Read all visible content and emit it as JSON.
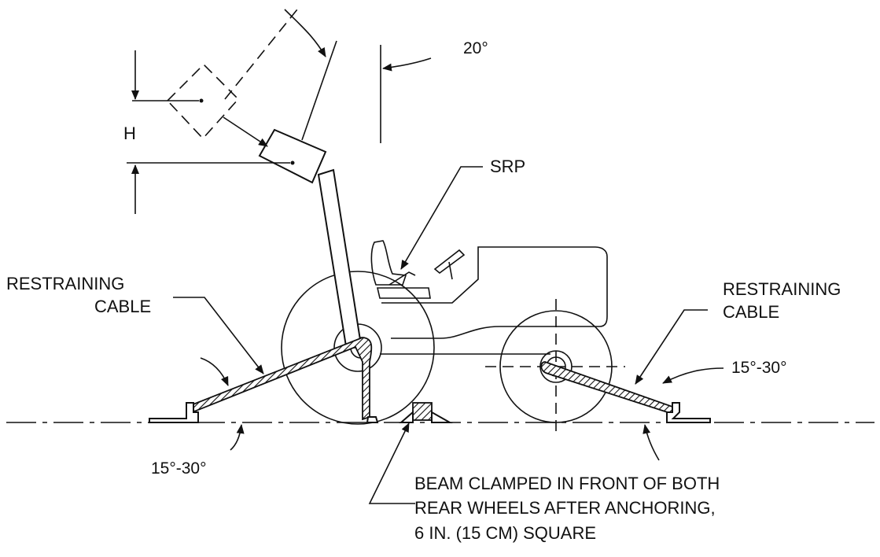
{
  "labels": {
    "angle_top": "20°",
    "height": "H",
    "srp": "SRP",
    "restraining_left_1": "RESTRAINING",
    "restraining_left_2": "CABLE",
    "restraining_right_1": "RESTRAINING",
    "restraining_right_2": "CABLE",
    "angle_right": "15°-30°",
    "angle_left": "15°-30°",
    "beam_line_1": "BEAM CLAMPED IN FRONT OF BOTH",
    "beam_line_2": "REAR WHEELS AFTER ANCHORING,",
    "beam_line_3": "6 IN. (15 CM) SQUARE"
  },
  "icons": {
    "rear_wheel": "large-wheel",
    "front_wheel": "small-wheel",
    "rops": "roll-over-protective-structure",
    "anchor": "ground-anchor"
  }
}
